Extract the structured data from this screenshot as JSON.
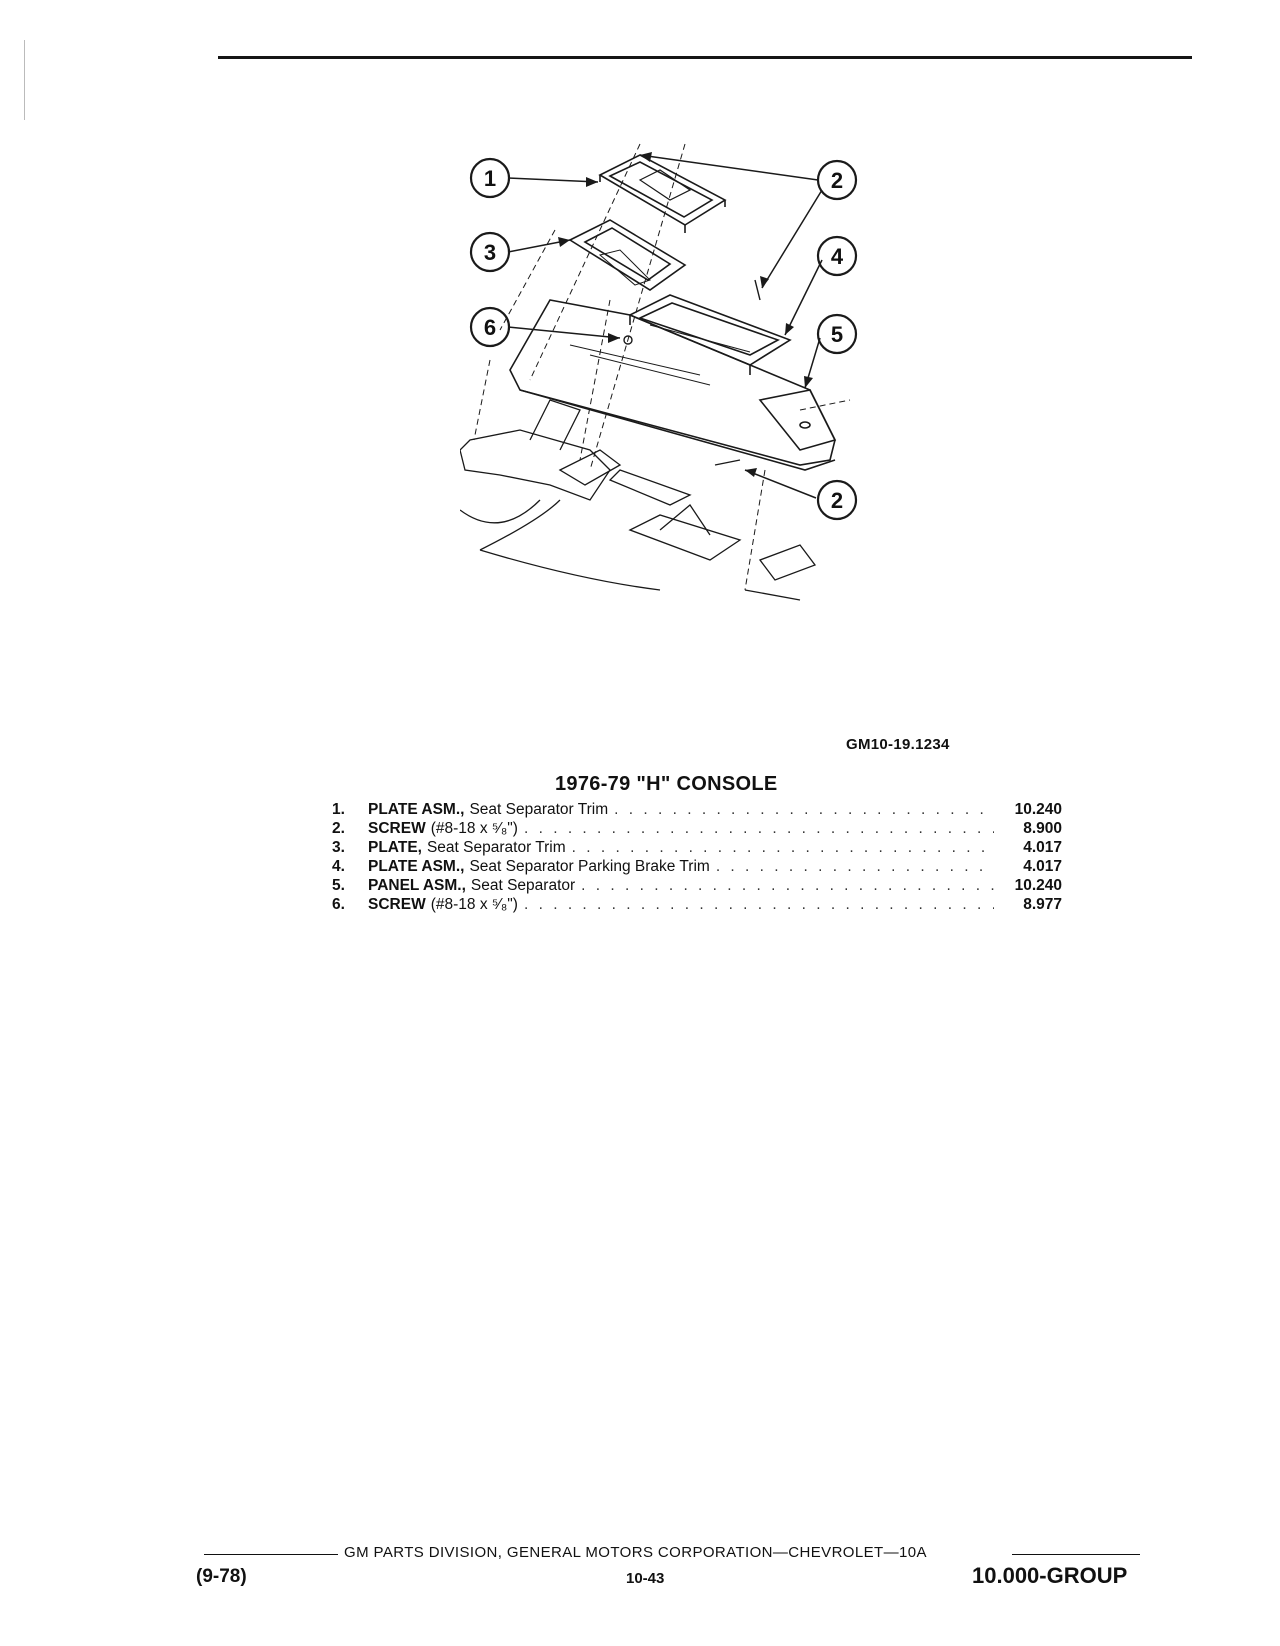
{
  "figure": {
    "callouts": [
      "1",
      "2",
      "3",
      "4",
      "6",
      "5",
      "2"
    ],
    "code": "GM10-19.1234"
  },
  "parts": {
    "title": "1976-79 \"H\" CONSOLE",
    "items": [
      {
        "number": "1.",
        "name": "PLATE ASM.,",
        "description": "Seat Separator Trim",
        "value": "10.240"
      },
      {
        "number": "2.",
        "name": "SCREW",
        "description": "(#8-18 x ⁵⁄₈\")",
        "value": "8.900"
      },
      {
        "number": "3.",
        "name": "PLATE,",
        "description": "Seat Separator Trim",
        "value": "4.017"
      },
      {
        "number": "4.",
        "name": "PLATE ASM.,",
        "description": "Seat Separator Parking Brake Trim",
        "value": "4.017"
      },
      {
        "number": "5.",
        "name": "PANEL ASM.,",
        "description": "Seat Separator",
        "value": "10.240"
      },
      {
        "number": "6.",
        "name": "SCREW",
        "description": "(#8-18 x ⁵⁄₈\")",
        "value": "8.977"
      }
    ]
  },
  "footer": {
    "publisher": "GM PARTS DIVISION, GENERAL MOTORS CORPORATION—CHEVROLET—10A",
    "date": "(9-78)",
    "page": "10-43",
    "group": "10.000-GROUP"
  }
}
